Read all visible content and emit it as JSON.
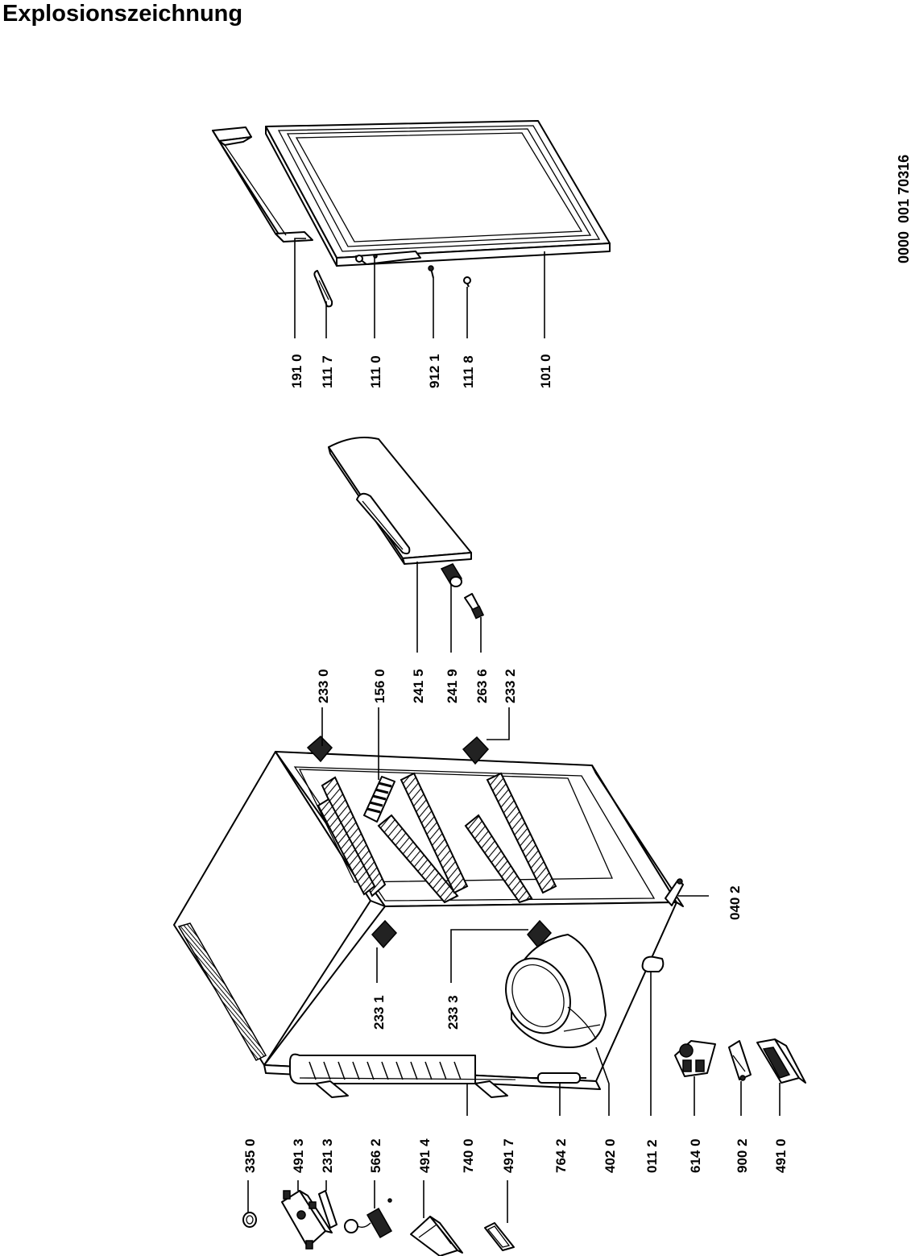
{
  "title": "Explosionszeichnung",
  "document_number": "0000  001 70316",
  "part_labels": {
    "p1910": "191 0",
    "p1117": "111 7",
    "p1110": "111 0",
    "p9121": "912 1",
    "p1118": "111 8",
    "p1010": "101 0",
    "p2330": "233 0",
    "p1560": "156 0",
    "p2415": "241 5",
    "p2419": "241 9",
    "p2636": "263 6",
    "p2332": "233 2",
    "p0402": "040 2",
    "p2331": "233 1",
    "p2333": "233 3",
    "p3350": "335 0",
    "p4913": "491 3",
    "p2313": "231 3",
    "p5662": "566 2",
    "p4914": "491 4",
    "p7400": "740 0",
    "p4917": "491 7",
    "p7642": "764 2",
    "p4020": "402 0",
    "p0112": "011 2",
    "p6140": "614 0",
    "p9002": "900 2",
    "p4910": "491 0"
  }
}
